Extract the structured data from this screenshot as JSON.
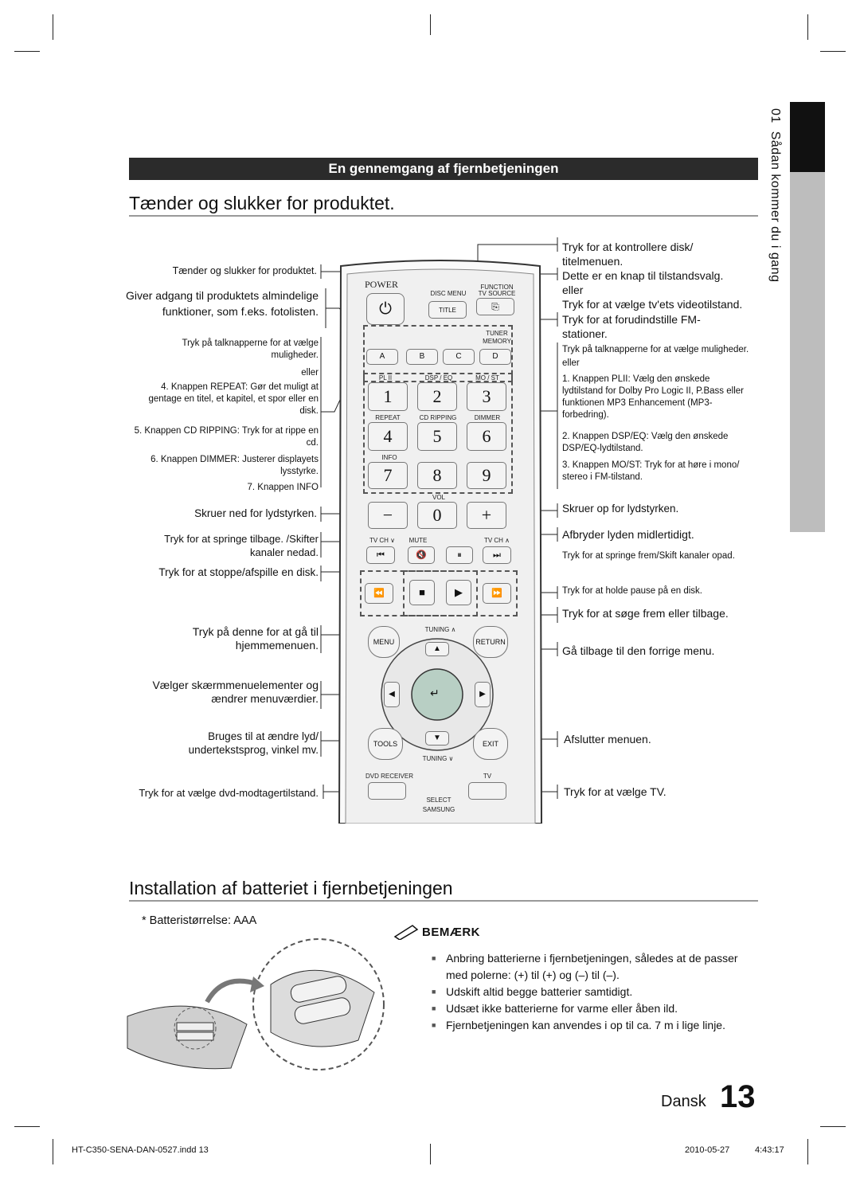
{
  "sidetab": {
    "chapter": "01",
    "title": "Sådan kommer du i gang"
  },
  "section": {
    "bar_title": "En gennemgang af fjernbetjeningen"
  },
  "heading_power": "Tænder og slukker for produktet.",
  "heading_battery": "Installation af batteriet i fjernbetjeningen",
  "left_labels": {
    "power": "Tænder og slukker for produktet.",
    "function": "Giver adgang til produktets almindelige funktioner, som f.eks. fotolisten.",
    "numpad": "Tryk på talknapperne for at vælge muligheder.",
    "eller": "eller",
    "repeat": "4. Knappen REPEAT: Gør det muligt at gentage en titel, et kapitel, et spor eller en disk.",
    "cdrip": "5. Knappen CD RIPPING: Tryk for at rippe en cd.",
    "dimmer": "6. Knappen DIMMER: Justerer displayets lysstyrke.",
    "info": "7. Knappen INFO",
    "vol_down": "Skruer ned for lydstyrken.",
    "skip_back": "Tryk for at springe tilbage. /Skifter kanaler nedad.",
    "stop": "Tryk for at stoppe/afspille en disk.",
    "home": "Tryk på denne for at gå til hjemmemenuen.",
    "select": "Vælger skærmmenuelementer og ændrer menuværdier.",
    "tools": "Bruges til at ændre lyd/ undertekstsprog, vinkel mv.",
    "dvd": "Tryk for at vælge dvd-modtagertilstand."
  },
  "right_labels": {
    "disc_menu": "Tryk for at kontrollere disk/ titelmenuen.",
    "tv_source": "Dette er en knap til tilstandsvalg.",
    "eller1": "eller",
    "tv_video": "Tryk for at vælge tv'ets videotilstand.",
    "tuner": "Tryk for at forudindstille FM-stationer.",
    "numpad": "Tryk på talknapperne for at vælge muligheder.",
    "eller2": "eller",
    "plii": "1. Knappen PLII: Vælg den ønskede lydtilstand for Dolby Pro Logic II, P.Bass eller funktionen MP3 Enhancement (MP3-forbedring).",
    "dsp": "2. Knappen DSP/EQ: Vælg den ønskede DSP/EQ-lydtilstand.",
    "most": "3. Knappen MO/ST: Tryk for at høre i mono/ stereo i FM-tilstand.",
    "vol_up": "Skruer op for lydstyrken.",
    "mute": "Afbryder lyden midlertidigt.",
    "skip_fwd": "Tryk for at springe frem/Skift kanaler opad.",
    "pause": "Tryk for at holde pause på en disk.",
    "search": "Tryk for at søge frem eller tilbage.",
    "return": "Gå tilbage til den forrige menu.",
    "exit": "Afslutter menuen.",
    "tv": "Tryk for at vælge TV."
  },
  "remote": {
    "power": "POWER",
    "disc_menu": "DISC MENU",
    "function": "FUNCTION",
    "tv_source": "TV SOURCE",
    "title": "TITLE",
    "tuner_memory": "TUNER MEMORY",
    "abcd": [
      "A",
      "B",
      "C",
      "D"
    ],
    "row1_labels": [
      "PL II",
      "DSP / EQ",
      "MO / ST"
    ],
    "row1": [
      "1",
      "2",
      "3"
    ],
    "row2_labels": [
      "REPEAT",
      "CD RIPPING",
      "DIMMER"
    ],
    "row2": [
      "4",
      "5",
      "6"
    ],
    "info": "INFO",
    "row3": [
      "7",
      "8",
      "9"
    ],
    "vol": "VOL",
    "row4": [
      "−",
      "0",
      "+"
    ],
    "tvch_down": "TV CH ∨",
    "mute": "MUTE",
    "tvch_up": "TV CH ∧",
    "menu": "MENU",
    "tuning_up": "TUNING ∧",
    "return": "RETURN",
    "tools": "TOOLS",
    "tuning_down": "TUNING ∨",
    "exit": "EXIT",
    "dvd_receiver": "DVD RECEIVER",
    "tv": "TV",
    "select": "SELECT",
    "samsung": "SAMSUNG"
  },
  "battery_size": "* Batteristørrelse: AAA",
  "note": {
    "heading": "BEMÆRK",
    "items": [
      "Anbring batterierne i fjernbetjeningen, således at de passer med polerne: (+) til (+) og (–) til (–).",
      "Udskift altid begge batterier samtidigt.",
      "Udsæt ikke batterierne for varme eller åben ild.",
      "Fjernbetjeningen kan anvendes i op til ca. 7 m i lige linje."
    ]
  },
  "page": {
    "language": "Dansk",
    "number": "13"
  },
  "footer": {
    "file": "HT-C350-SENA-DAN-0527.indd   13",
    "date": "2010-05-27",
    "time": "4:43:17"
  }
}
